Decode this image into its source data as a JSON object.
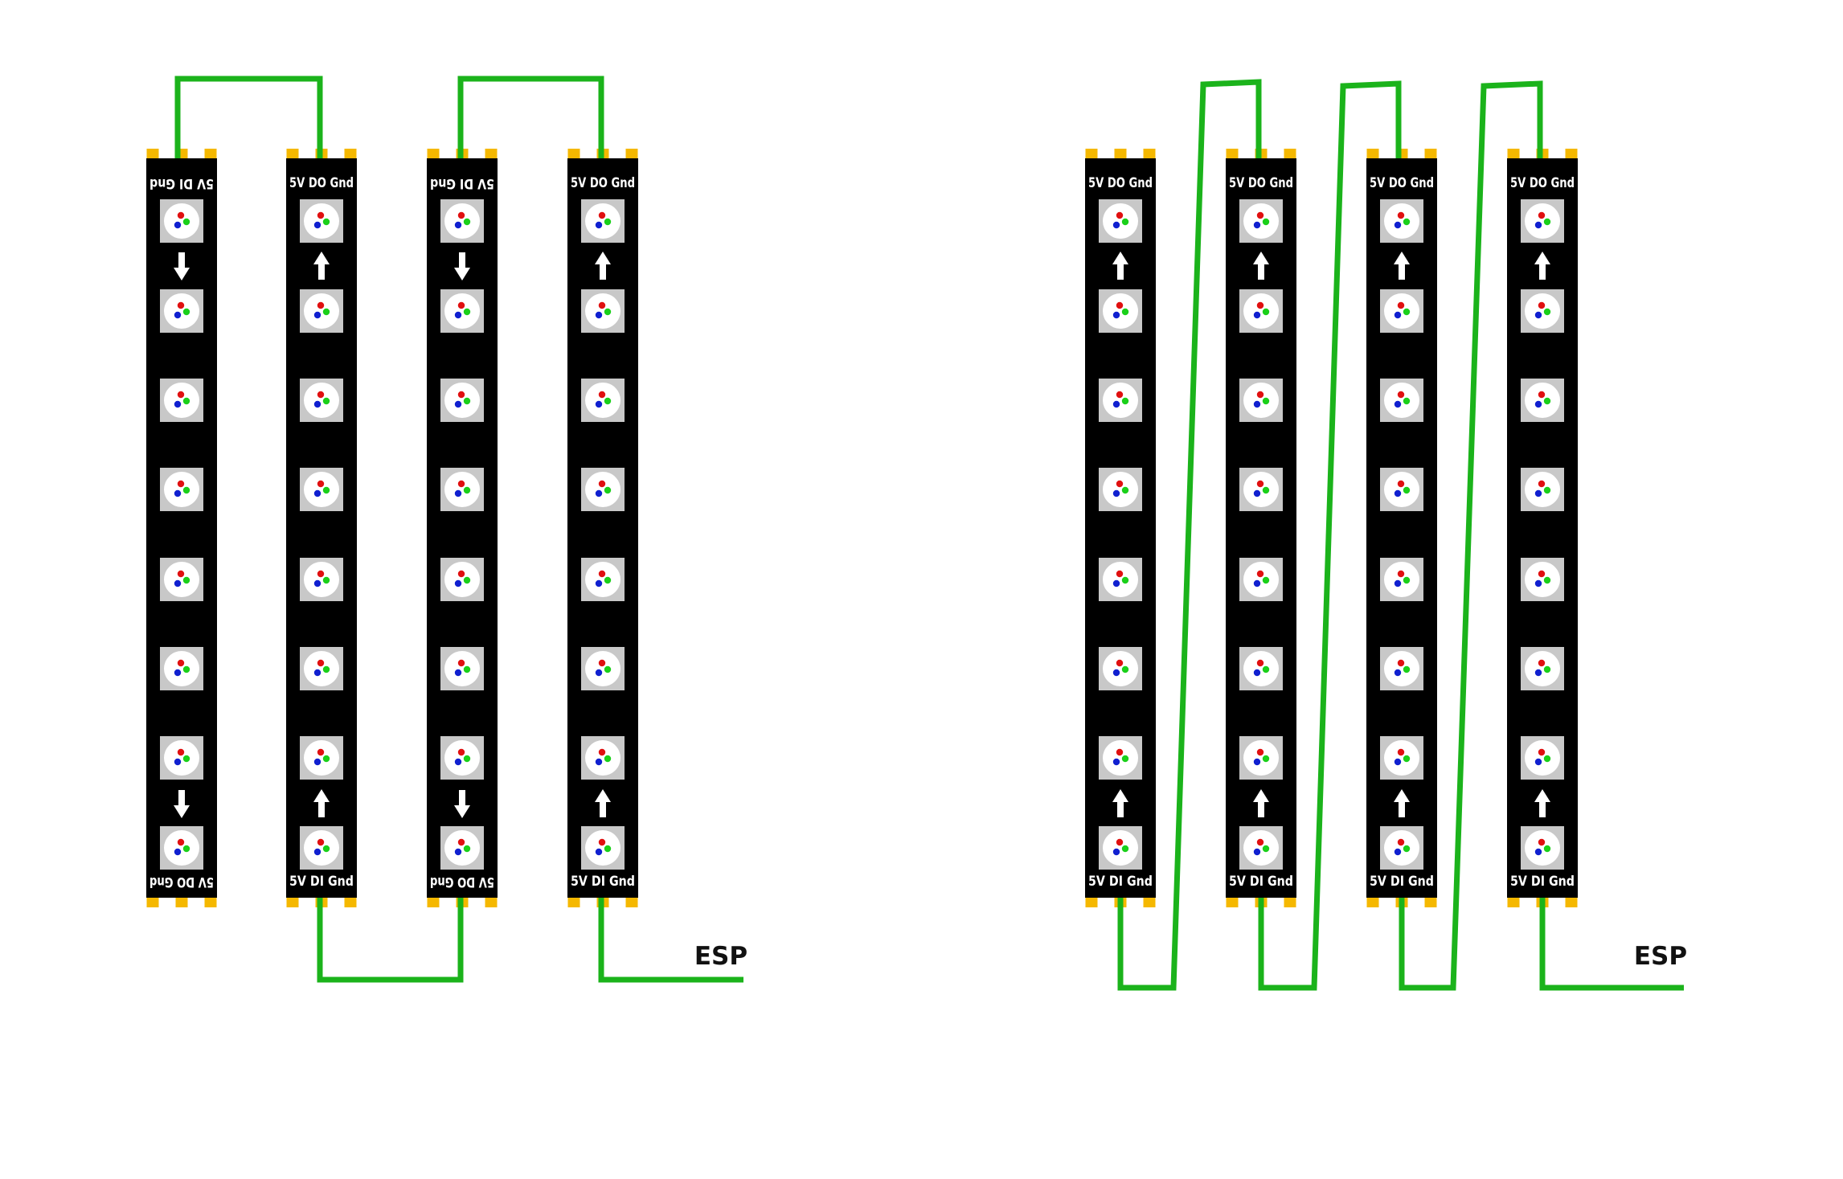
{
  "colors": {
    "background": "#ffffff",
    "strip": "#000000",
    "pad": "#f5b800",
    "wire": "#1bb31b",
    "led_frame": "#c8c8c8",
    "led_face": "#ffffff",
    "led_red": "#e01010",
    "led_green": "#1ad01a",
    "led_blue": "#1020d0",
    "arrow": "#ffffff",
    "esp_text": "#111111"
  },
  "leds_per_strip": 8,
  "pins_per_end": 3,
  "panels": [
    {
      "name": "serpentine-layout",
      "esp_label": "ESP",
      "strips": [
        {
          "top_label": "5V DI Gnd",
          "top_rotated": true,
          "bottom_label": "5V DO Gnd",
          "bottom_rotated": true,
          "arrow_dir": "down"
        },
        {
          "top_label": "5V DO Gnd",
          "top_rotated": false,
          "bottom_label": "5V DI Gnd",
          "bottom_rotated": false,
          "arrow_dir": "up"
        },
        {
          "top_label": "5V DI Gnd",
          "top_rotated": true,
          "bottom_label": "5V DO Gnd",
          "bottom_rotated": true,
          "arrow_dir": "down"
        },
        {
          "top_label": "5V DO Gnd",
          "top_rotated": false,
          "bottom_label": "5V DI Gnd",
          "bottom_rotated": false,
          "arrow_dir": "up"
        }
      ]
    },
    {
      "name": "zigzag-layout",
      "esp_label": "ESP",
      "strips": [
        {
          "top_label": "5V DO Gnd",
          "top_rotated": false,
          "bottom_label": "5V DI Gnd",
          "bottom_rotated": false,
          "arrow_dir": "up"
        },
        {
          "top_label": "5V DO Gnd",
          "top_rotated": false,
          "bottom_label": "5V DI Gnd",
          "bottom_rotated": false,
          "arrow_dir": "up"
        },
        {
          "top_label": "5V DO Gnd",
          "top_rotated": false,
          "bottom_label": "5V DI Gnd",
          "bottom_rotated": false,
          "arrow_dir": "up"
        },
        {
          "top_label": "5V DO Gnd",
          "top_rotated": false,
          "bottom_label": "5V DI Gnd",
          "bottom_rotated": false,
          "arrow_dir": "up"
        }
      ]
    }
  ]
}
